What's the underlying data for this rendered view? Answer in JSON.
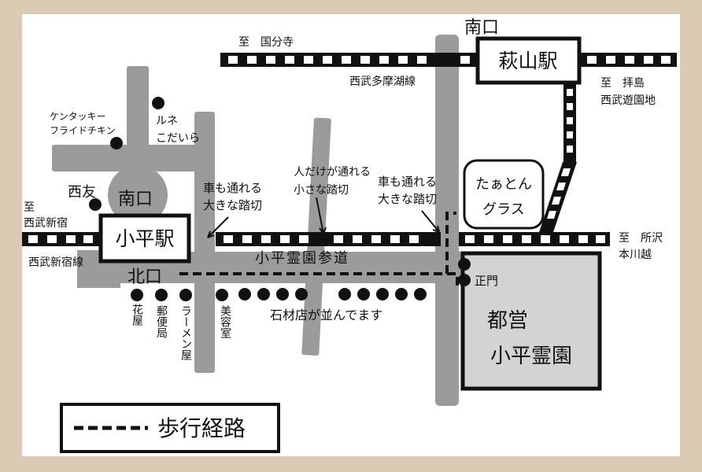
{
  "stations": {
    "kodaira": "小平駅",
    "hagiyama": "萩山駅"
  },
  "labels": {
    "kodaira_south_exit": "南口",
    "kodaira_north_exit": "北口",
    "hagiyama_south_exit": "南口",
    "to_kokubunji": "至　国分寺",
    "tamako_line": "西武多摩湖線",
    "to_haijima": "至　拝島",
    "seibu_yuenchi": "西武遊園地",
    "kfc_line1": "ケンタッキー",
    "kfc_line2": "フライドチキン",
    "rune_line1": "ルネ",
    "rune_line2": "こだいら",
    "seiyu": "西友",
    "to_seibu_shinjuku_1": "至",
    "to_seibu_shinjuku_2": "西武新宿",
    "shinjuku_line": "西武新宿線",
    "crossing_left_1": "車も通れる",
    "crossing_left_2": "大きな踏切",
    "crossing_mid_1": "人だけが通れる",
    "crossing_mid_2": "小さな踏切",
    "crossing_right_1": "車も通れる",
    "crossing_right_2": "大きな踏切",
    "taaton_1": "たぁとん",
    "taaton_2": "グラス",
    "to_tokorozawa": "至　所沢",
    "hon_kawagoe": "本川越",
    "reien_sando": "小平霊園参道",
    "seimon": "正門",
    "stonemasons": "石材店が並んでます",
    "cemetery_1": "都営",
    "cemetery_2": "小平霊園",
    "florist": "花屋",
    "post_office": "郵便局",
    "ramen_shop": "ラーメン屋",
    "beauty_salon": "美容室"
  },
  "legend": {
    "walking_route": "歩行経路"
  }
}
